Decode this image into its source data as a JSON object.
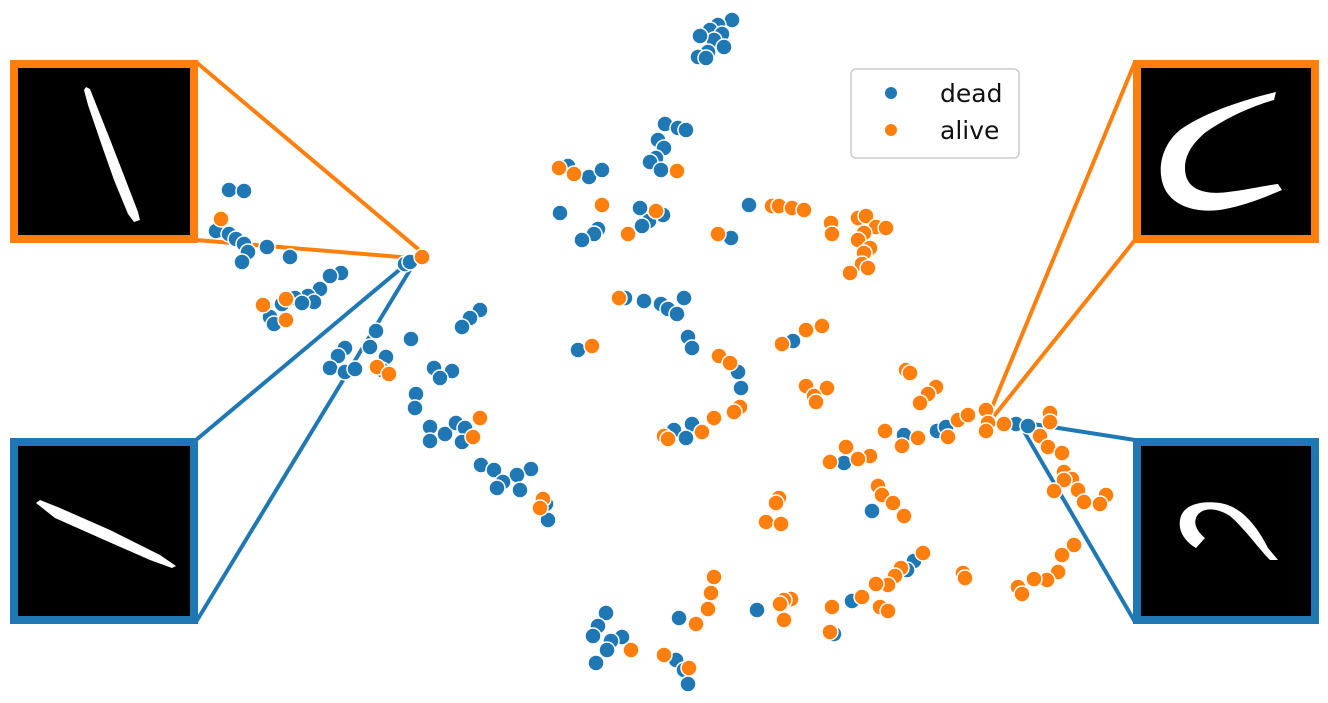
{
  "chart_data": {
    "type": "scatter",
    "title": "",
    "xlabel": "",
    "ylabel": "",
    "axes_visible": false,
    "grid": false,
    "legend_placement": "top-right",
    "colors": {
      "dead": "#1f77b4",
      "alive": "#ff7f0e"
    },
    "series": [
      {
        "name": "dead",
        "color": "#1f77b4",
        "points": [
          [
            732,
            20
          ],
          [
            718,
            25
          ],
          [
            710,
            30
          ],
          [
            722,
            34
          ],
          [
            714,
            40
          ],
          [
            700,
            36
          ],
          [
            724,
            47
          ],
          [
            708,
            52
          ],
          [
            698,
            57
          ],
          [
            706,
            58
          ],
          [
            665,
            124
          ],
          [
            678,
            128
          ],
          [
            686,
            130
          ],
          [
            658,
            140
          ],
          [
            664,
            148
          ],
          [
            656,
            158
          ],
          [
            650,
            162
          ],
          [
            661,
            170
          ],
          [
            589,
            177
          ],
          [
            602,
            170
          ],
          [
            568,
            166
          ],
          [
            560,
            213
          ],
          [
            640,
            208
          ],
          [
            663,
            215
          ],
          [
            649,
            221
          ],
          [
            642,
            226
          ],
          [
            598,
            229
          ],
          [
            594,
            234
          ],
          [
            582,
            240
          ],
          [
            229,
            190
          ],
          [
            244,
            191
          ],
          [
            216,
            231
          ],
          [
            229,
            234
          ],
          [
            236,
            239
          ],
          [
            244,
            244
          ],
          [
            267,
            247
          ],
          [
            248,
            252
          ],
          [
            290,
            257
          ],
          [
            242,
            262
          ],
          [
            341,
            273
          ],
          [
            330,
            276
          ],
          [
            320,
            289
          ],
          [
            308,
            296
          ],
          [
            314,
            302
          ],
          [
            295,
            298
          ],
          [
            302,
            303
          ],
          [
            282,
            304
          ],
          [
            270,
            317
          ],
          [
            274,
            324
          ],
          [
            405,
            264
          ],
          [
            410,
            262
          ],
          [
            480,
            310
          ],
          [
            470,
            318
          ],
          [
            462,
            327
          ],
          [
            376,
            331
          ],
          [
            370,
            347
          ],
          [
            386,
            357
          ],
          [
            345,
            348
          ],
          [
            338,
            356
          ],
          [
            330,
            368
          ],
          [
            345,
            372
          ],
          [
            355,
            369
          ],
          [
            382,
            370
          ],
          [
            411,
            339
          ],
          [
            434,
            368
          ],
          [
            452,
            371
          ],
          [
            440,
            378
          ],
          [
            416,
            394
          ],
          [
            415,
            408
          ],
          [
            430,
            427
          ],
          [
            445,
            434
          ],
          [
            430,
            441
          ],
          [
            456,
            423
          ],
          [
            465,
            428
          ],
          [
            462,
            442
          ],
          [
            481,
            465
          ],
          [
            494,
            470
          ],
          [
            531,
            469
          ],
          [
            517,
            475
          ],
          [
            503,
            482
          ],
          [
            497,
            488
          ],
          [
            520,
            490
          ],
          [
            546,
            504
          ],
          [
            548,
            520
          ],
          [
            578,
            350
          ],
          [
            625,
            298
          ],
          [
            644,
            301
          ],
          [
            661,
            304
          ],
          [
            668,
            309
          ],
          [
            684,
            298
          ],
          [
            677,
            314
          ],
          [
            688,
            337
          ],
          [
            692,
            348
          ],
          [
            738,
            372
          ],
          [
            741,
            388
          ],
          [
            692,
            424
          ],
          [
            674,
            430
          ],
          [
            686,
            438
          ],
          [
            749,
            205
          ],
          [
            731,
            238
          ],
          [
            793,
            341
          ],
          [
            904,
            435
          ],
          [
            937,
            431
          ],
          [
            946,
            427
          ],
          [
            844,
            463
          ],
          [
            872,
            511
          ],
          [
            1016,
            424
          ],
          [
            1028,
            426
          ],
          [
            914,
            561
          ],
          [
            907,
            570
          ],
          [
            852,
            601
          ],
          [
            757,
            610
          ],
          [
            679,
            618
          ],
          [
            834,
            634
          ],
          [
            606,
            613
          ],
          [
            598,
            626
          ],
          [
            593,
            636
          ],
          [
            622,
            637
          ],
          [
            611,
            641
          ],
          [
            607,
            650
          ],
          [
            596,
            663
          ],
          [
            676,
            660
          ],
          [
            684,
            670
          ],
          [
            688,
            684
          ]
        ]
      },
      {
        "name": "alive",
        "color": "#ff7f0e",
        "points": [
          [
            422,
            257
          ],
          [
            221,
            219
          ],
          [
            263,
            305
          ],
          [
            286,
            299
          ],
          [
            286,
            320
          ],
          [
            377,
            367
          ],
          [
            389,
            374
          ],
          [
            480,
            418
          ],
          [
            473,
            437
          ],
          [
            543,
            499
          ],
          [
            540,
            508
          ],
          [
            559,
            168
          ],
          [
            574,
            174
          ],
          [
            602,
            205
          ],
          [
            656,
            211
          ],
          [
            628,
            234
          ],
          [
            677,
            171
          ],
          [
            592,
            346
          ],
          [
            718,
            234
          ],
          [
            772,
            206
          ],
          [
            779,
            206
          ],
          [
            792,
            208
          ],
          [
            804,
            210
          ],
          [
            831,
            223
          ],
          [
            832,
            234
          ],
          [
            858,
            218
          ],
          [
            866,
            216
          ],
          [
            876,
            227
          ],
          [
            864,
            233
          ],
          [
            886,
            228
          ],
          [
            858,
            240
          ],
          [
            870,
            248
          ],
          [
            864,
            253
          ],
          [
            862,
            264
          ],
          [
            868,
            268
          ],
          [
            850,
            273
          ],
          [
            822,
            326
          ],
          [
            806,
            330
          ],
          [
            782,
            344
          ],
          [
            719,
            356
          ],
          [
            730,
            363
          ],
          [
            619,
            298
          ],
          [
            806,
            386
          ],
          [
            827,
            388
          ],
          [
            814,
            396
          ],
          [
            816,
            402
          ],
          [
            740,
            407
          ],
          [
            734,
            412
          ],
          [
            714,
            418
          ],
          [
            702,
            432
          ],
          [
            664,
            436
          ],
          [
            668,
            439
          ],
          [
            906,
            370
          ],
          [
            910,
            373
          ],
          [
            936,
            387
          ],
          [
            928,
            394
          ],
          [
            920,
            403
          ],
          [
            885,
            431
          ],
          [
            902,
            446
          ],
          [
            918,
            438
          ],
          [
            948,
            437
          ],
          [
            958,
            420
          ],
          [
            968,
            415
          ],
          [
            986,
            410
          ],
          [
            988,
            423
          ],
          [
            986,
            431
          ],
          [
            1004,
            424
          ],
          [
            1050,
            413
          ],
          [
            1050,
            422
          ],
          [
            1040,
            436
          ],
          [
            1048,
            447
          ],
          [
            1062,
            453
          ],
          [
            1064,
            472
          ],
          [
            1072,
            479
          ],
          [
            1078,
            490
          ],
          [
            1106,
            495
          ],
          [
            1100,
            504
          ],
          [
            1084,
            502
          ],
          [
            1064,
            480
          ],
          [
            1054,
            491
          ],
          [
            846,
            447
          ],
          [
            870,
            456
          ],
          [
            858,
            459
          ],
          [
            830,
            462
          ],
          [
            878,
            486
          ],
          [
            882,
            495
          ],
          [
            893,
            503
          ],
          [
            904,
            516
          ],
          [
            779,
            498
          ],
          [
            776,
            503
          ],
          [
            766,
            522
          ],
          [
            781,
            524
          ],
          [
            923,
            553
          ],
          [
            901,
            568
          ],
          [
            895,
            576
          ],
          [
            888,
            585
          ],
          [
            876,
            584
          ],
          [
            880,
            607
          ],
          [
            888,
            611
          ],
          [
            862,
            597
          ],
          [
            832,
            607
          ],
          [
            830,
            632
          ],
          [
            791,
            599
          ],
          [
            784,
            600
          ],
          [
            780,
            604
          ],
          [
            784,
            620
          ],
          [
            714,
            577
          ],
          [
            711,
            593
          ],
          [
            708,
            609
          ],
          [
            696,
            624
          ],
          [
            664,
            655
          ],
          [
            689,
            668
          ],
          [
            631,
            650
          ],
          [
            1074,
            545
          ],
          [
            1062,
            555
          ],
          [
            1058,
            572
          ],
          [
            1047,
            580
          ],
          [
            1034,
            579
          ],
          [
            1018,
            587
          ],
          [
            1022,
            594
          ],
          [
            963,
            573
          ],
          [
            965,
            578
          ]
        ]
      }
    ],
    "insets": [
      {
        "side": "left-top",
        "label": "alive",
        "color": "#ff7f0e",
        "shape": "straight worm, steep diagonal"
      },
      {
        "side": "left-bottom",
        "label": "dead",
        "color": "#1f77b4",
        "shape": "straight worm, shallow diagonal"
      },
      {
        "side": "right-top",
        "label": "alive",
        "color": "#ff7f0e",
        "shape": "curved C-shaped worm"
      },
      {
        "side": "right-bottom",
        "label": "dead",
        "color": "#1f77b4",
        "shape": "hooked worm"
      }
    ]
  }
}
